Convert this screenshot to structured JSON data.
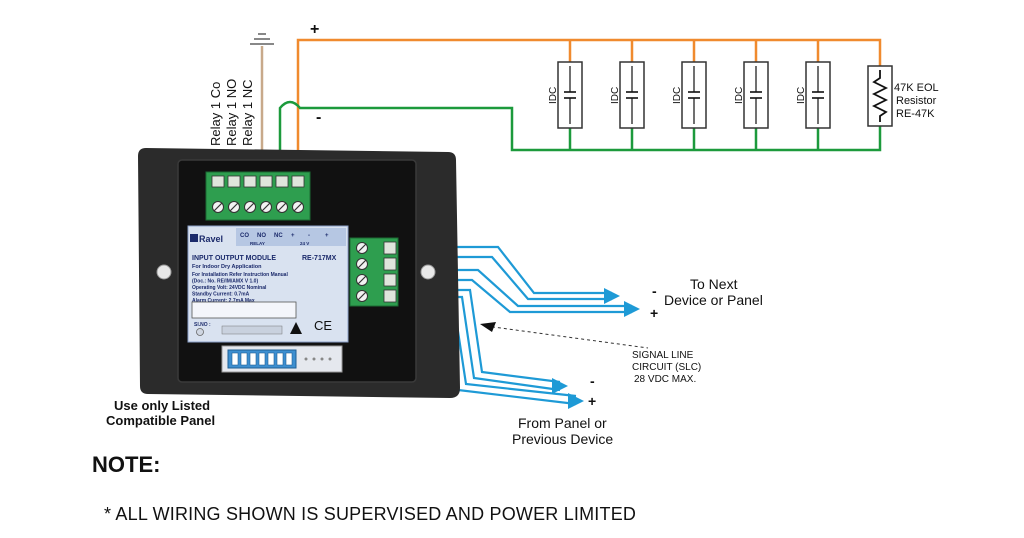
{
  "colors": {
    "positive_wire": "#f08a2e",
    "negative_wire": "#1c9a3c",
    "slc_wire": "#1e9ad6",
    "ground_wire": "#c8a98a",
    "module_body": "#2b2b2b",
    "module_frame": "#111111",
    "label_panel": "#d9e2f0",
    "header_band": "#b6c7e3",
    "terminal_block": "#2e9e4f",
    "dip_switch": "#3d8fd0"
  },
  "wire_polarity": {
    "positive": "+",
    "negative": "-"
  },
  "relay_labels": [
    "Relay 1 Co",
    "Relay 1 NO",
    "Relay 1 NC"
  ],
  "idc_devices": [
    {
      "label": "IDC"
    },
    {
      "label": "IDC"
    },
    {
      "label": "IDC"
    },
    {
      "label": "IDC"
    },
    {
      "label": "IDC"
    }
  ],
  "eol_resistor": {
    "lines": [
      "47K EOL",
      "Resistor",
      "RE-47K"
    ]
  },
  "module": {
    "brand": "Ravel",
    "title": "INPUT OUTPUT MODULE",
    "model": "RE-717MX",
    "subtitle": "For Indoor Dry Application",
    "spec_lines": [
      "For Installation Refer Instruction Manual",
      "(Doc.: No. RE/IM/AMX V 1.0)",
      "Operating Volt: 24VDC Nominal",
      "Standby Current: 0.7mA",
      "Alarm Current: 2.7mA Max"
    ],
    "serial_label": "Sl.NO :",
    "relay_header": [
      "CO",
      "NO",
      "NC",
      "+",
      "-",
      "+"
    ],
    "relay_group_labels": [
      "RELAY",
      "24 V"
    ],
    "ce_mark": "CE"
  },
  "outputs": {
    "next_device": {
      "lines": [
        "To Next",
        "Device or Panel"
      ],
      "neg": "-",
      "pos": "+"
    },
    "from_panel": {
      "lines": [
        "From Panel or",
        "Previous Device"
      ],
      "neg": "-",
      "pos": "+"
    },
    "slc_label": [
      "SIGNAL LINE",
      "CIRCUIT (SLC)",
      "28 VDC MAX."
    ]
  },
  "panel_note": [
    "Use only Listed",
    "Compatible Panel"
  ],
  "note": {
    "title": "NOTE:",
    "text": "* ALL WIRING SHOWN IS SUPERVISED AND POWER LIMITED"
  }
}
